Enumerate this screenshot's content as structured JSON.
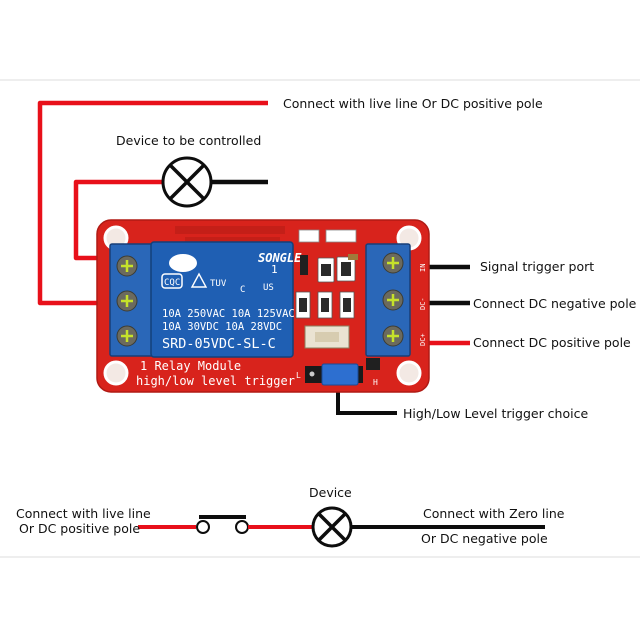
{
  "labels": {
    "live_line": "Connect with live line Or DC positive pole",
    "device_controlled": "Device to be controlled",
    "signal_trigger": "Signal trigger port",
    "dc_negative": "Connect DC negative pole",
    "dc_positive": "Connect DC positive pole",
    "hl_choice": "High/Low Level trigger choice"
  },
  "relay": {
    "brand": "SONGLE",
    "rating1": "10A 250VAC  10A 125VAC",
    "rating2": "10A  30VDC  10A  28VDC",
    "model": "SRD-05VDC-SL-C",
    "cqc": "CQC"
  },
  "board": {
    "module": "1 Relay  Module",
    "trigger": "high/low level trigger",
    "pin_in": "IN",
    "pin_dcm": "DC-",
    "pin_dcp": "DC+",
    "jumper_l": "L",
    "jumper_h": "H"
  },
  "bottom": {
    "live_line_1": "Connect with live line",
    "live_line_2": "Or DC positive pole",
    "device": "Device",
    "zero_line_1": "Connect with Zero line",
    "zero_line_2": "Or DC negative pole"
  },
  "colors": {
    "wire_red": "#e8101a",
    "wire_black": "#0d0d0d",
    "pcb_red": "#d8231c",
    "relay_blue": "#1f5fb3",
    "terminal_blue": "#2a67b8"
  }
}
